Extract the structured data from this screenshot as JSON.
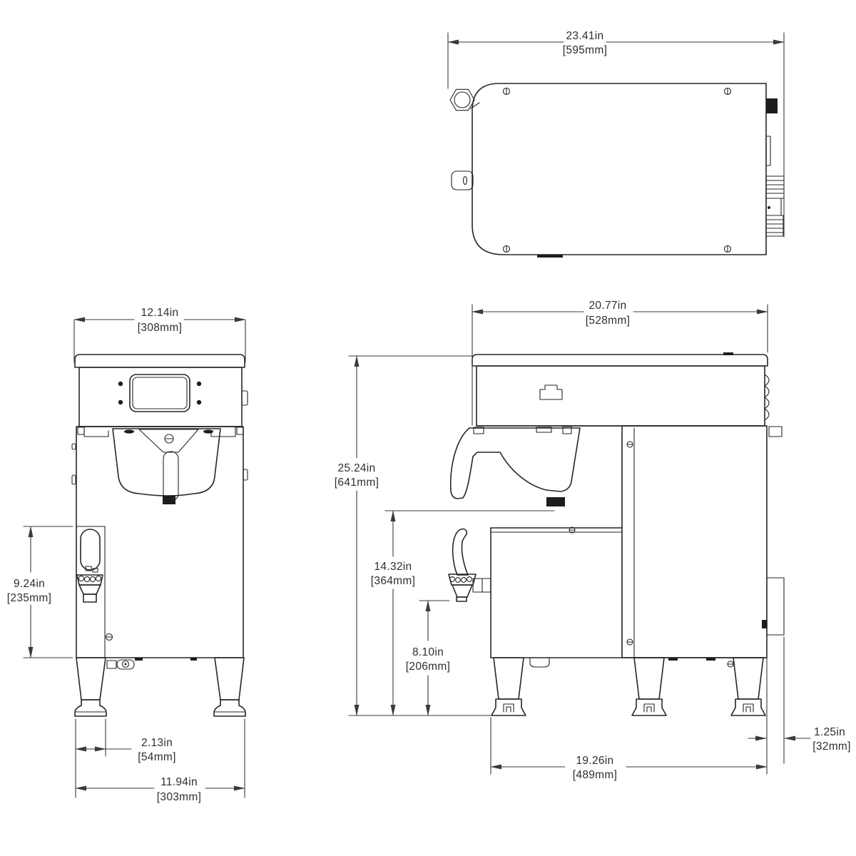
{
  "document_type": "dimension-drawing",
  "units_style": {
    "primary": "inches",
    "secondary": "millimeters-bracketed"
  },
  "colors": {
    "line": "#262626",
    "dimension_text": "#2e2e2e",
    "background": "#ffffff"
  },
  "views": {
    "top": {
      "width_dim": {
        "inches": "23.41in",
        "metric": "[595mm]"
      }
    },
    "front": {
      "width_dim": {
        "inches": "12.14in",
        "metric": "[308mm]"
      },
      "faucet_panel_height_dim": {
        "inches": "9.24in",
        "metric": "[235mm]"
      },
      "leg_inset_dim": {
        "inches": "2.13in",
        "metric": "[54mm]"
      },
      "base_width_dim": {
        "inches": "11.94in",
        "metric": "[303mm]"
      }
    },
    "side": {
      "depth_dim": {
        "inches": "20.77in",
        "metric": "[528mm]"
      },
      "overall_height_dim": {
        "inches": "25.24in",
        "metric": "[641mm]"
      },
      "funnel_clearance_dim": {
        "inches": "14.32in",
        "metric": "[364mm]"
      },
      "faucet_clearance_dim": {
        "inches": "8.10in",
        "metric": "[206mm]"
      },
      "foot_span_dim": {
        "inches": "19.26in",
        "metric": "[489mm]"
      },
      "rear_projection_dim": {
        "inches": "1.25in",
        "metric": "[32mm]"
      }
    }
  }
}
